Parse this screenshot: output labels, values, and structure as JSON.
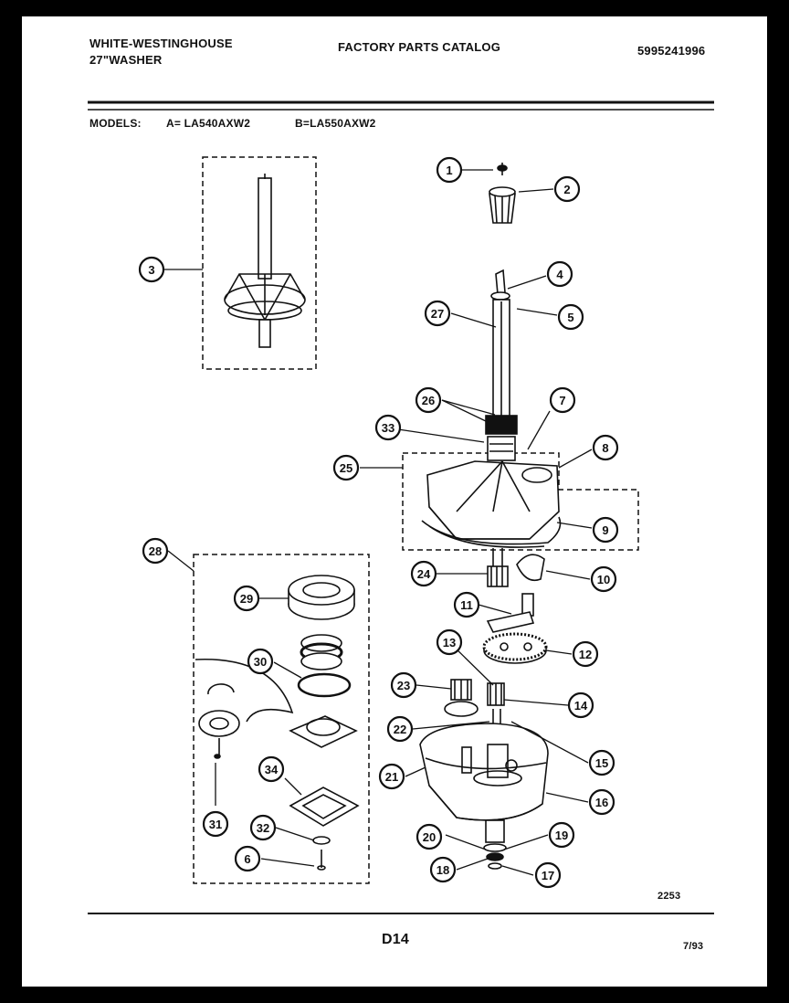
{
  "header": {
    "brand": "WHITE-WESTINGHOUSE",
    "product": "27\"WASHER",
    "catalog_title": "FACTORY PARTS CATALOG",
    "catalog_number": "5995241996"
  },
  "models": {
    "label": "MODELS:",
    "model_a": "A= LA540AXW2",
    "model_b": "B=LA550AXW2"
  },
  "callouts": [
    "1",
    "2",
    "3",
    "4",
    "5",
    "27",
    "26",
    "7",
    "33",
    "8",
    "25",
    "9",
    "28",
    "24",
    "10",
    "29",
    "11",
    "12",
    "13",
    "30",
    "23",
    "14",
    "22",
    "15",
    "21",
    "16",
    "34",
    "31",
    "32",
    "6",
    "20",
    "19",
    "18",
    "17"
  ],
  "footer": {
    "drawing_number": "2253",
    "page_code": "D14",
    "date": "7/93"
  }
}
